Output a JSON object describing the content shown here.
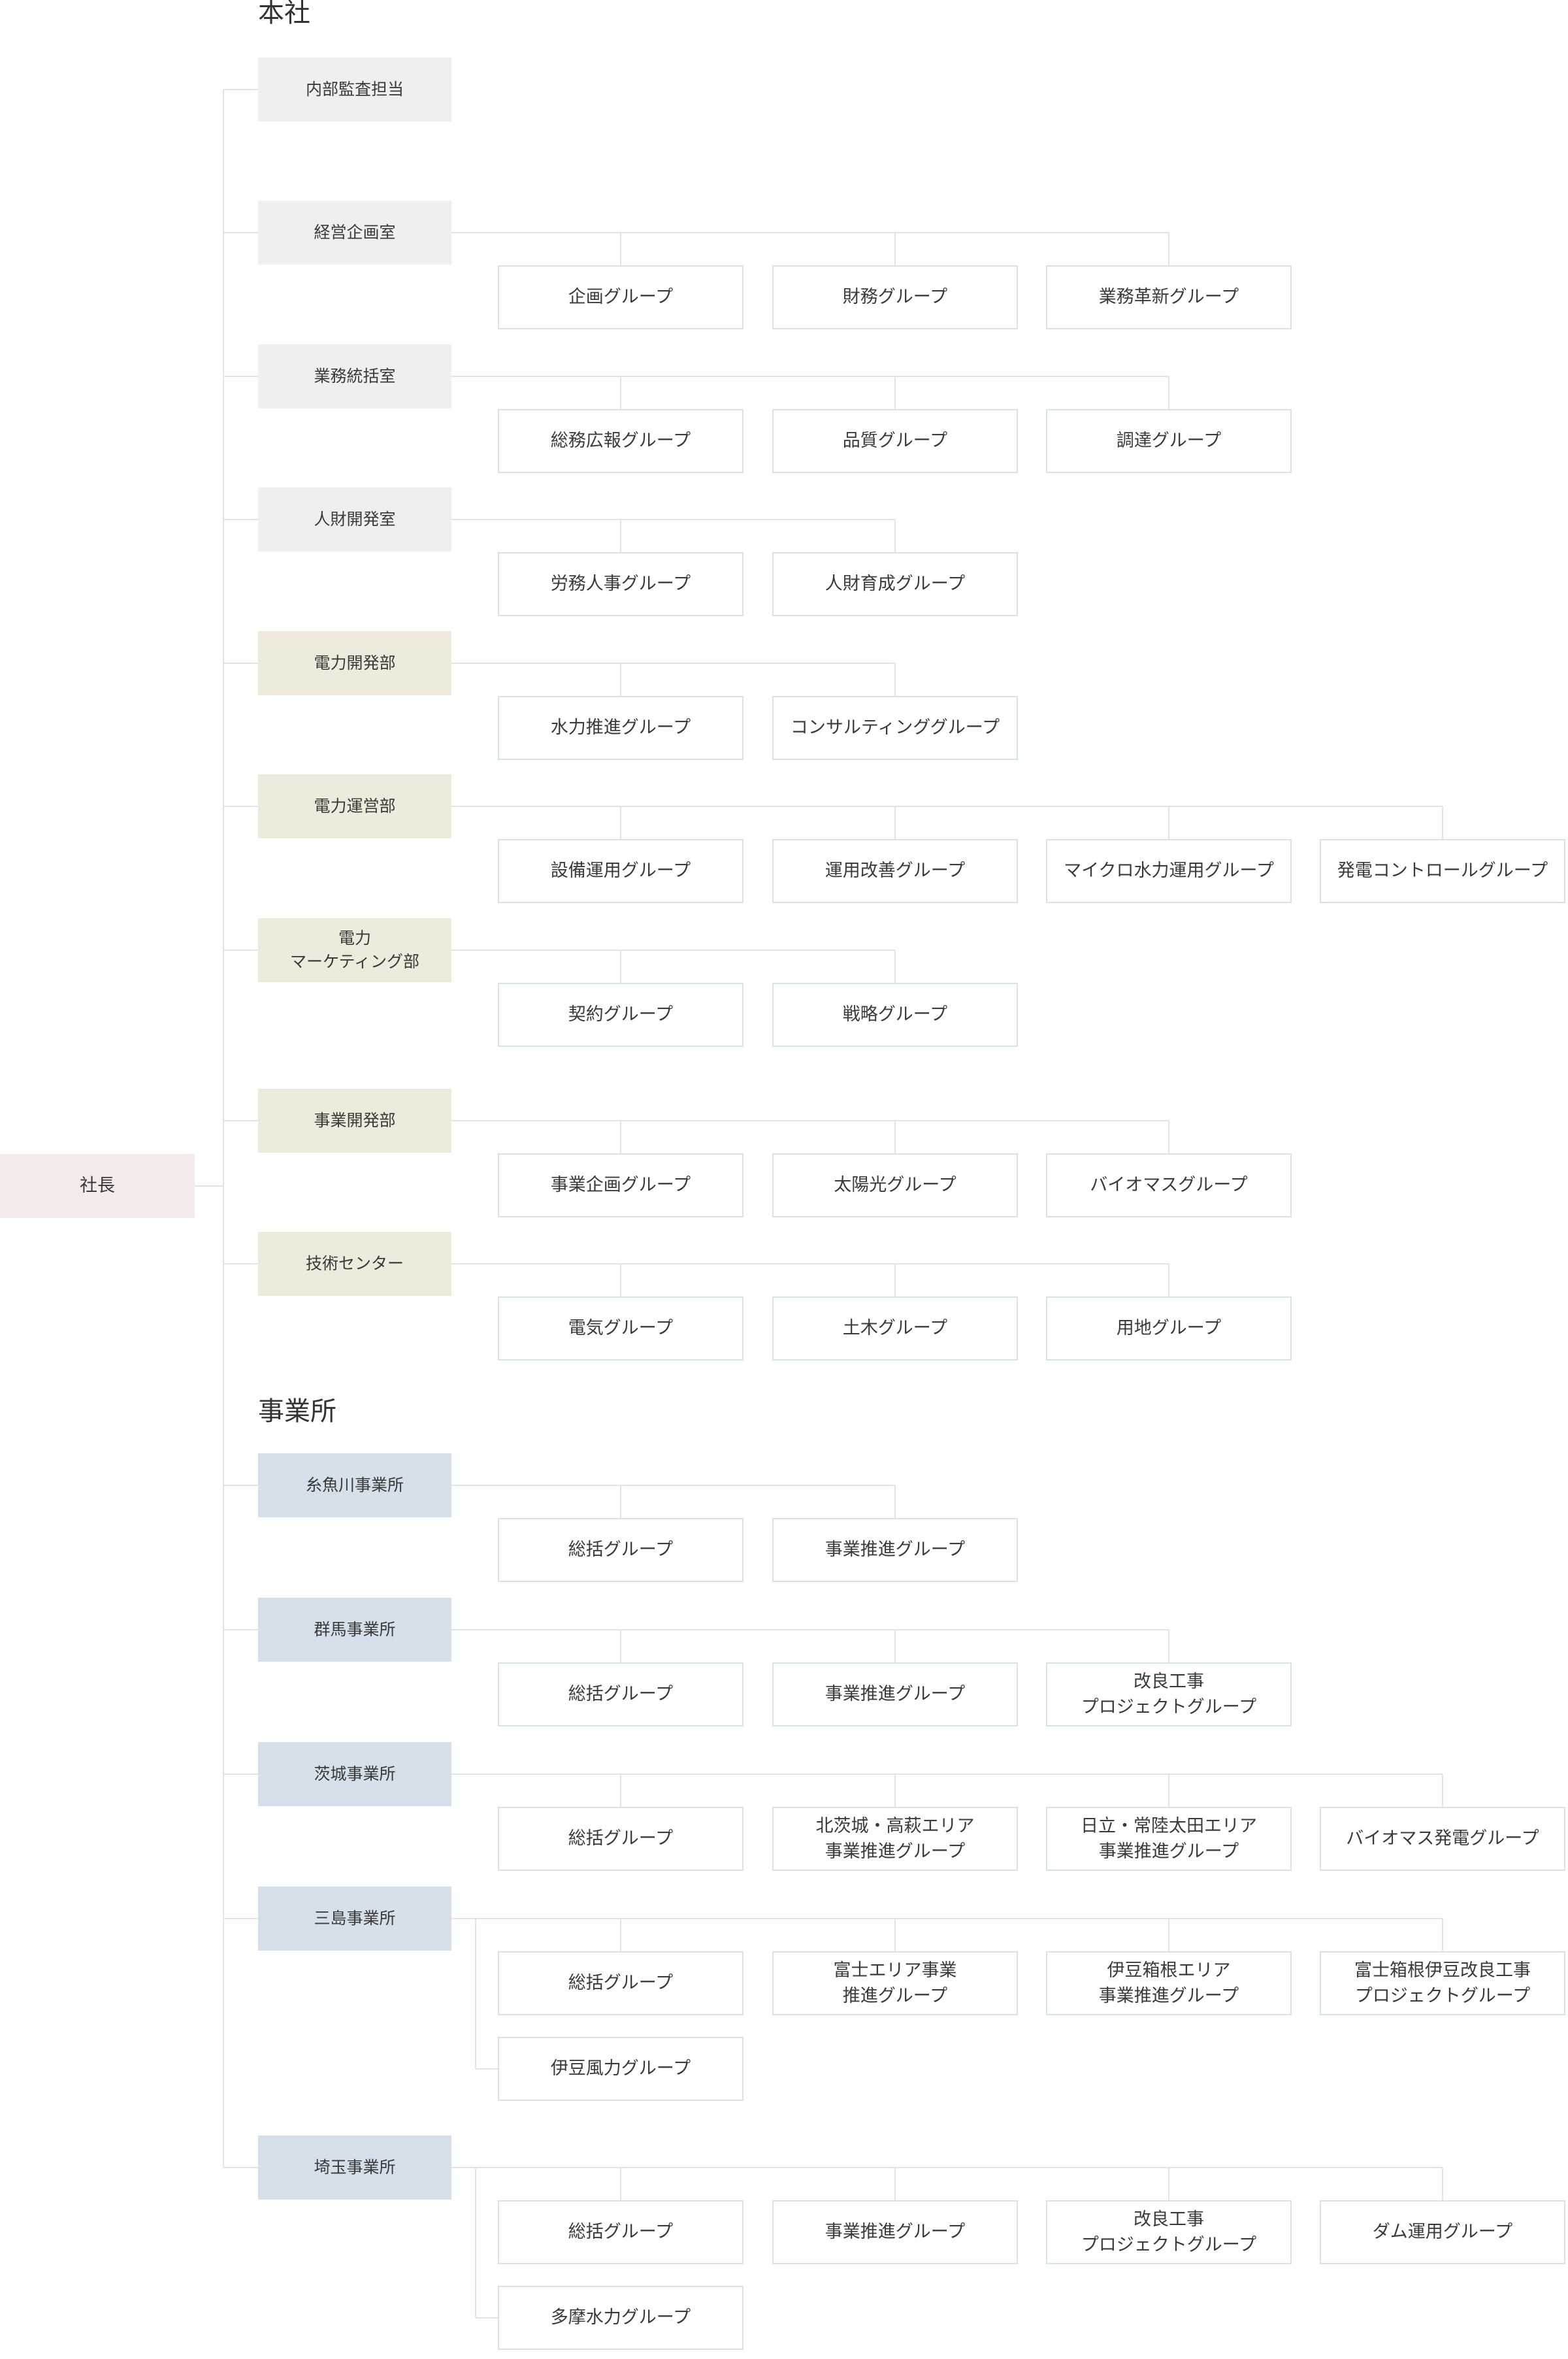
{
  "colors": {
    "line": "#dfe5e3",
    "president": "#f3ebea",
    "gray": "#efefef",
    "beige": "#efebdc",
    "blue": "#d5e0ea"
  },
  "president": {
    "label": "社長"
  },
  "sections": [
    {
      "title": "本社",
      "departments": [
        {
          "label": "内部監査担当",
          "color": "gray",
          "groups": []
        },
        {
          "label": "経営企画室",
          "color": "gray",
          "groups": [
            "企画グループ",
            "財務グループ",
            "業務革新グループ"
          ]
        },
        {
          "label": "業務統括室",
          "color": "gray",
          "groups": [
            "総務広報グループ",
            "品質グループ",
            "調達グループ"
          ]
        },
        {
          "label": "人財開発室",
          "color": "gray",
          "groups": [
            "労務人事グループ",
            "人財育成グループ"
          ]
        },
        {
          "label": "電力開発部",
          "color": "beige",
          "groups": [
            "水力推進グループ",
            "コンサルティンググループ"
          ]
        },
        {
          "label": "電力運営部",
          "color": "beige",
          "groups": [
            "設備運用グループ",
            "運用改善グループ",
            "マイクロ水力運用グループ",
            "発電コントロールグループ"
          ]
        },
        {
          "label": "電力\nマーケティング部",
          "color": "beige",
          "groups": [
            "契約グループ",
            "戦略グループ"
          ]
        },
        {
          "label": "事業開発部",
          "color": "beige",
          "groups": [
            "事業企画グループ",
            "太陽光グループ",
            "バイオマスグループ"
          ]
        },
        {
          "label": "技術センター",
          "color": "beige",
          "groups": [
            "電気グループ",
            "土木グループ",
            "用地グループ"
          ]
        }
      ]
    },
    {
      "title": "事業所",
      "departments": [
        {
          "label": "糸魚川事業所",
          "color": "blue",
          "groups": [
            "総括グループ",
            "事業推進グループ"
          ]
        },
        {
          "label": "群馬事業所",
          "color": "blue",
          "groups": [
            "総括グループ",
            "事業推進グループ",
            "改良工事\nプロジェクトグループ"
          ]
        },
        {
          "label": "茨城事業所",
          "color": "blue",
          "groups": [
            "総括グループ",
            "北茨城・高萩エリア\n事業推進グループ",
            "日立・常陸太田エリア\n事業推進グループ",
            "バイオマス発電グループ"
          ]
        },
        {
          "label": "三島事業所",
          "color": "blue",
          "groups": [
            "総括グループ",
            "富士エリア事業\n推進グループ",
            "伊豆箱根エリア\n事業推進グループ",
            "富士箱根伊豆改良工事\nプロジェクトグループ"
          ],
          "extra_groups": [
            "伊豆風力グループ"
          ]
        },
        {
          "label": "埼玉事業所",
          "color": "blue",
          "groups": [
            "総括グループ",
            "事業推進グループ",
            "改良工事\nプロジェクトグループ",
            "ダム運用グループ"
          ],
          "extra_groups": [
            "多摩水力グループ"
          ]
        }
      ]
    }
  ]
}
